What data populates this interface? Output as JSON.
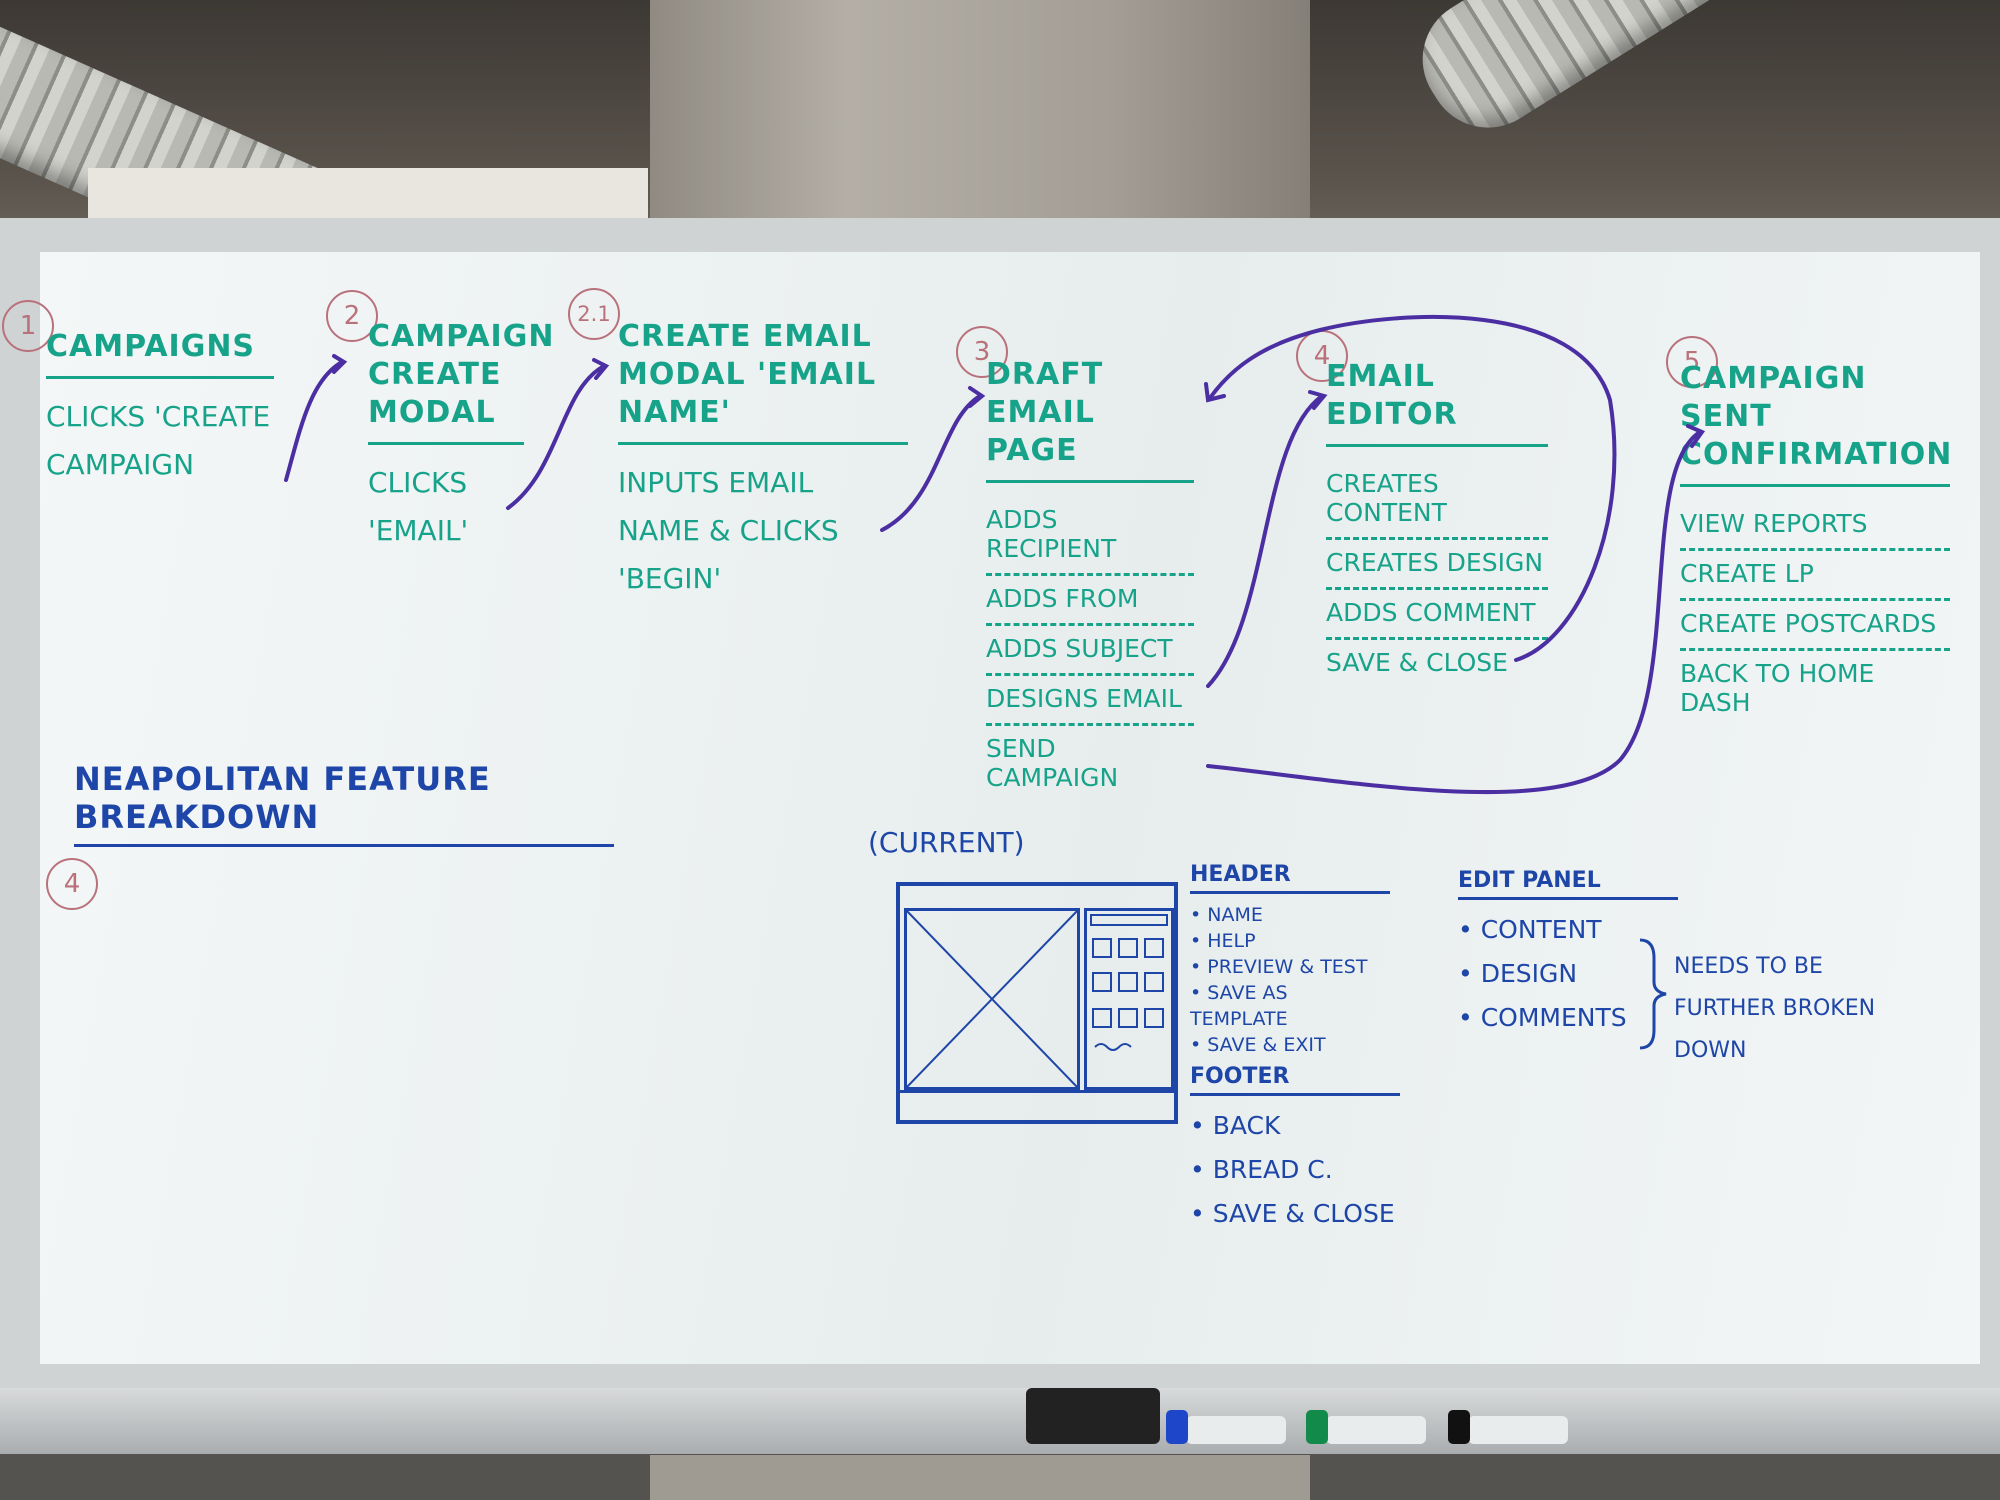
{
  "step_numbers": [
    "1",
    "2",
    "2.1",
    "3",
    "4",
    "5",
    "4"
  ],
  "steps": [
    {
      "title": "CAMPAIGNS",
      "action": "CLICKS 'CREATE\nCAMPAIGN"
    },
    {
      "title": "CAMPAIGN\nCREATE\nMODAL",
      "action": "CLICKS\n'EMAIL'"
    },
    {
      "title": "CREATE EMAIL\nMODAL 'EMAIL NAME'",
      "action": "INPUTS EMAIL\nNAME & CLICKS\n'BEGIN'"
    },
    {
      "title": "DRAFT EMAIL\nPAGE",
      "items": [
        "ADDS RECIPIENT",
        "ADDS FROM",
        "ADDS SUBJECT",
        "DESIGNS EMAIL",
        "SEND CAMPAIGN"
      ]
    },
    {
      "title": "EMAIL EDITOR",
      "items": [
        "CREATES CONTENT",
        "CREATES DESIGN",
        "ADDS COMMENT",
        "SAVE & CLOSE"
      ]
    },
    {
      "title": "CAMPAIGN SENT\nCONFIRMATION",
      "items": [
        "VIEW REPORTS",
        "CREATE LP",
        "CREATE POSTCARDS",
        "BACK TO HOME DASH"
      ]
    }
  ],
  "neapolitan": {
    "heading": "NEAPOLITAN FEATURE BREAKDOWN",
    "current_label": "(CURRENT)",
    "header": {
      "title": "HEADER",
      "items": [
        "• NAME",
        "• HELP",
        "• PREVIEW & TEST",
        "• SAVE AS TEMPLATE",
        "• SAVE & EXIT"
      ]
    },
    "footer": {
      "title": "FOOTER",
      "items": [
        "• BACK",
        "• BREAD C.",
        "• SAVE & CLOSE"
      ]
    },
    "edit_panel": {
      "title": "EDIT PANEL",
      "items": [
        "• CONTENT",
        "• DESIGN",
        "• COMMENTS"
      ]
    },
    "note": "NEEDS TO BE\nFURTHER BROKEN\nDOWN"
  },
  "tray_items": [
    "eraser",
    "blue-marker",
    "green-marker",
    "black-marker"
  ],
  "colors": {
    "green_ink": "#17a38a",
    "purple_ink": "#4b2fa2",
    "blue_ink": "#1e46a8",
    "red_ink": "#b9727b"
  }
}
